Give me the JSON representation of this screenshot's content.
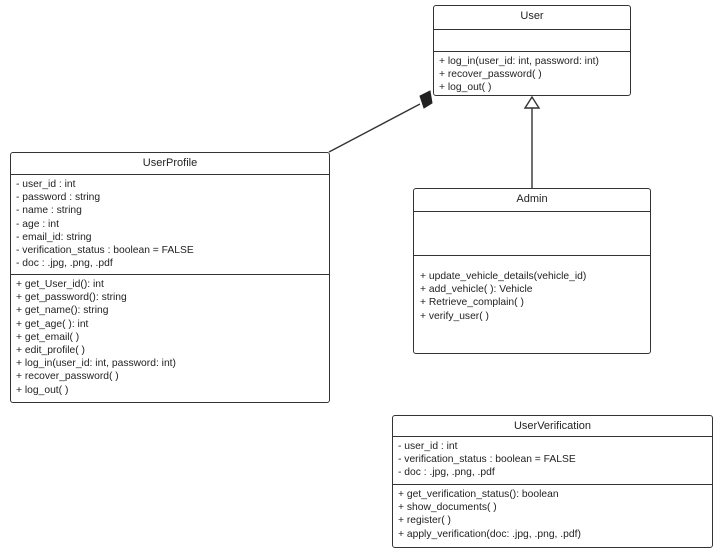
{
  "classes": {
    "user": {
      "name": "User",
      "attributes": [],
      "operations": [
        "+ log_in(user_id: int, password: int)",
        "+ recover_password( )",
        "+ log_out( )"
      ]
    },
    "userprofile": {
      "name": "UserProfile",
      "attributes": [
        "- user_id : int",
        "- password : string",
        "- name : string",
        "- age : int",
        "- email_id: string",
        "- verification_status : boolean = FALSE",
        "- doc : .jpg, .png, .pdf"
      ],
      "operations": [
        "+ get_User_id(): int",
        "+ get_password(): string",
        "+ get_name(): string",
        "+ get_age( ): int",
        "+ get_email( )",
        "+ edit_profile( )",
        "+ log_in(user_id: int, password: int)",
        "+ recover_password( )",
        "+ log_out( )"
      ]
    },
    "admin": {
      "name": "Admin",
      "attributes": [],
      "operations": [
        "+ update_vehicle_details(vehicle_id)",
        "+ add_vehicle( ): Vehicle",
        "+ Retrieve_complain( )",
        "+ verify_user( )"
      ]
    },
    "userverification": {
      "name": "UserVerification",
      "attributes": [
        "- user_id : int",
        "- verification_status : boolean = FALSE",
        "- doc : .jpg, .png, .pdf"
      ],
      "operations": [
        "+ get_verification_status(): boolean",
        "+ show_documents( )",
        "+ register( )",
        "+ apply_verification(doc: .jpg, .png, .pdf)"
      ]
    }
  },
  "relationships": [
    {
      "type": "composition",
      "whole": "User",
      "part": "UserProfile"
    },
    {
      "type": "generalization",
      "parent": "User",
      "child": "Admin"
    }
  ]
}
